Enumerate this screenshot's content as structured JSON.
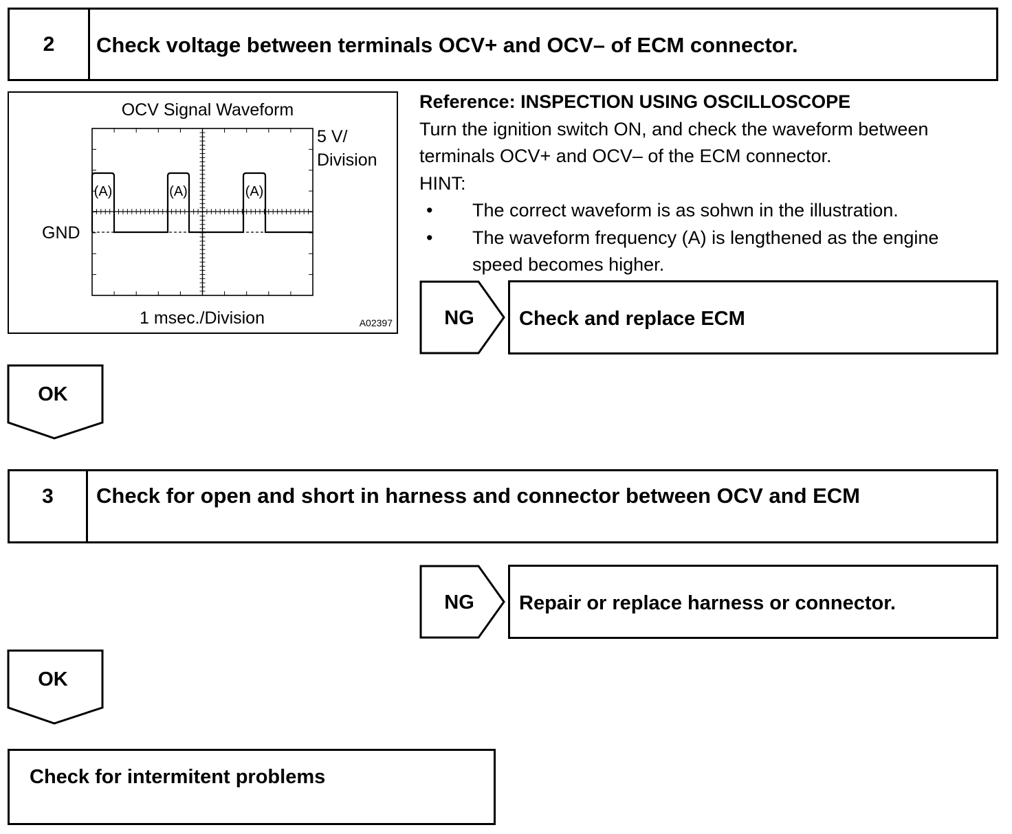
{
  "step2": {
    "number": "2",
    "title": "Check voltage between terminals OCV+ and OCV– of ECM connector."
  },
  "waveform": {
    "title": "OCV Signal Waveform",
    "y_scale_line1": "5 V/",
    "y_scale_line2": "Division",
    "x_scale": "1 msec./Division",
    "gnd_label": "GND",
    "pulse_label": "(A)",
    "figure_code": "A02397"
  },
  "reference": {
    "heading": "Reference: INSPECTION USING OSCILLOSCOPE",
    "line1": "Turn the ignition switch ON, and check the waveform between",
    "line2": "terminals OCV+ and OCV– of the ECM connector.",
    "hint": "HINT:",
    "bullet_symbol": "•",
    "bullet1": "The correct waveform is as sohwn in the illustration.",
    "bullet2_line1": "The waveform frequency (A) is lengthened as the engine",
    "bullet2_line2": "speed becomes higher."
  },
  "ng1": {
    "label": "NG",
    "action": "Check and replace ECM"
  },
  "ok1": {
    "label": "OK"
  },
  "step3": {
    "number": "3",
    "title": "Check for open and short in harness and connector between OCV and ECM"
  },
  "ng2": {
    "label": "NG",
    "action": "Repair or replace harness or connector."
  },
  "ok2": {
    "label": "OK"
  },
  "final": {
    "text": "Check for intermitent problems"
  }
}
